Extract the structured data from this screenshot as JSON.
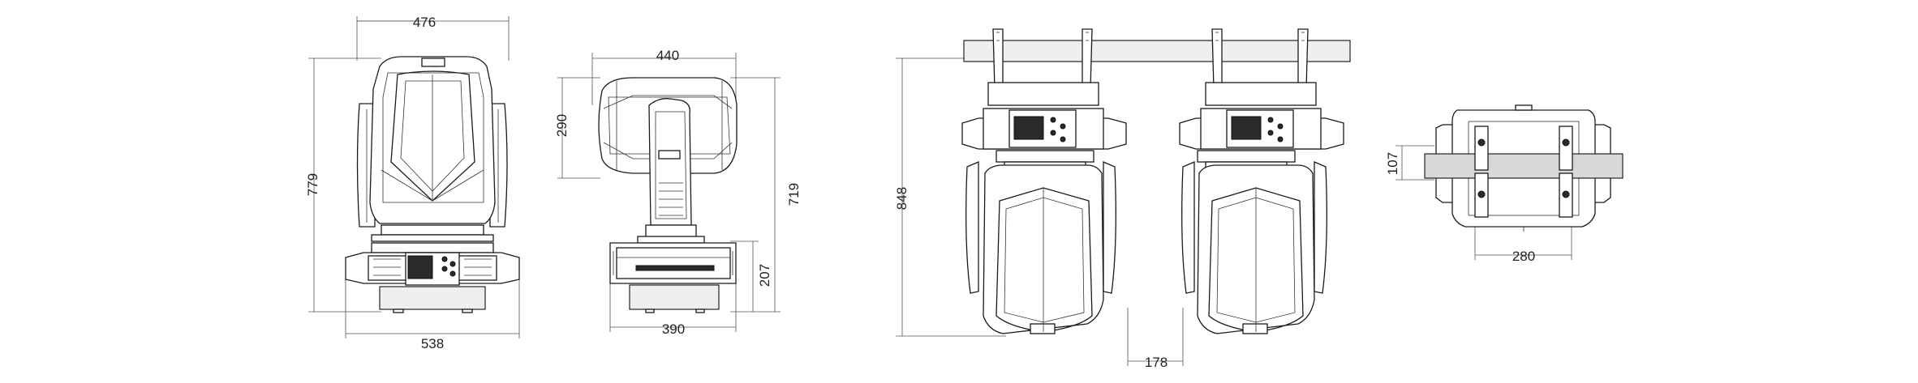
{
  "dimensions": {
    "front_width": "476",
    "front_height": "779",
    "front_base_width": "538",
    "side_head_width": "440",
    "side_head_height": "290",
    "side_total_height": "719",
    "side_base_height": "207",
    "side_base_width": "390",
    "hanging_height": "848",
    "hanging_spacing": "178",
    "top_clamp_offset": "107",
    "top_width": "280"
  },
  "colors": {
    "line": "#1a1a1a",
    "dimension_line": "#555555",
    "background": "#ffffff"
  }
}
